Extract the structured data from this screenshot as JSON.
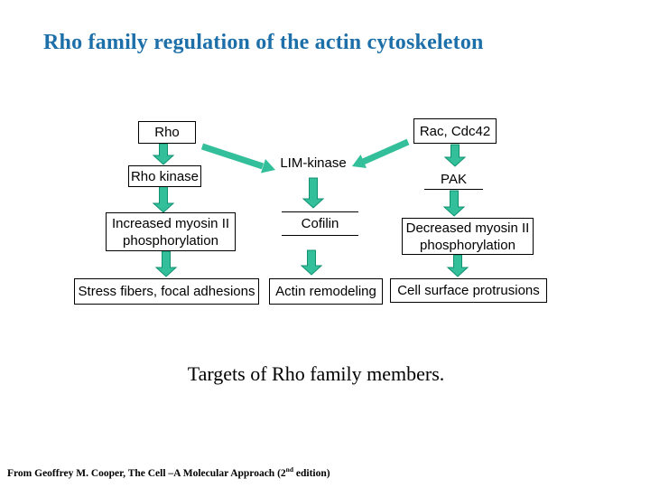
{
  "title": "Rho family regulation of the actin cytoskeleton",
  "caption": "Targets of Rho family members.",
  "footer": {
    "prefix": "From Geoffrey M. Cooper, The Cell –A Molecular Approach (2",
    "sup": "nd",
    "suffix": " edition)"
  },
  "colors": {
    "bg": "#ffffff",
    "title": "#1d6fa9",
    "arrow": "#33bf99",
    "arrow-edge": "#0f9172",
    "border": "#000000",
    "text": "#000000"
  },
  "diagram": {
    "nodes": {
      "rho": "Rho",
      "rho_kinase": "Rho kinase",
      "rac_cdc42": "Rac, Cdc42",
      "lim_kinase": "LIM-kinase",
      "pak": "PAK",
      "cofilin": "Cofilin",
      "increased_myosin": "Increased myosin II phosphorylation",
      "decreased_myosin": "Decreased myosin II phosphorylation",
      "stress_fibers": "Stress fibers, focal adhesions",
      "actin_remodeling": "Actin remodeling",
      "cell_surface": "Cell surface protrusions"
    },
    "edges": [
      {
        "from": "Rho",
        "to": "Rho kinase"
      },
      {
        "from": "Rho",
        "to": "LIM-kinase"
      },
      {
        "from": "Rac, Cdc42",
        "to": "LIM-kinase"
      },
      {
        "from": "Rac, Cdc42",
        "to": "PAK"
      },
      {
        "from": "Rho kinase",
        "to": "Increased myosin II phosphorylation"
      },
      {
        "from": "LIM-kinase",
        "to": "Cofilin"
      },
      {
        "from": "PAK",
        "to": "Decreased myosin II phosphorylation"
      },
      {
        "from": "Increased myosin II phosphorylation",
        "to": "Stress fibers, focal adhesions"
      },
      {
        "from": "Cofilin",
        "to": "Actin remodeling"
      },
      {
        "from": "Decreased myosin II phosphorylation",
        "to": "Cell surface protrusions"
      }
    ]
  }
}
